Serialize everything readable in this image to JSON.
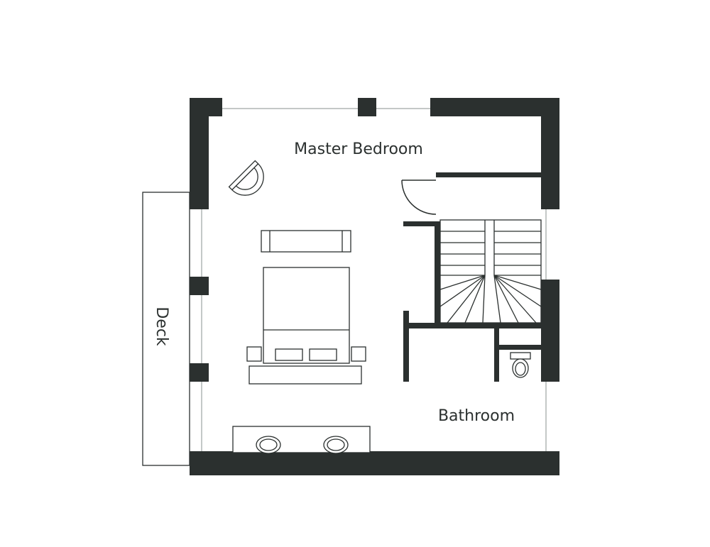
{
  "floor_plan": {
    "labels": {
      "master_bedroom": "Master Bedroom",
      "bathroom": "Bathroom",
      "deck": "Deck"
    },
    "colors": {
      "wall": "#2b302f",
      "line": "#2b302f",
      "window": "#c4c8c7",
      "background": "#ffffff"
    }
  }
}
